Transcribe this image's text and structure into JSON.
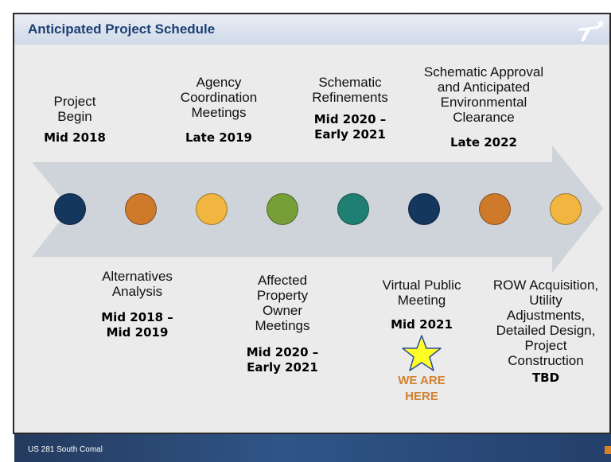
{
  "header": {
    "title": "Anticipated Project Schedule"
  },
  "milestones_top": [
    {
      "label": "Project\nBegin",
      "date": "Mid 2018"
    },
    {
      "label": "Agency\nCoordination\nMeetings",
      "date": "Late 2019"
    },
    {
      "label": "Schematic\nRefinements",
      "date": "Mid 2020 –\nEarly 2021"
    },
    {
      "label": "Schematic Approval\nand Anticipated\nEnvironmental\nClearance",
      "date": "Late 2022"
    }
  ],
  "milestones_bottom": [
    {
      "label": "Alternatives\nAnalysis",
      "date": "Mid 2018 –\nMid 2019"
    },
    {
      "label": "Affected\nProperty\nOwner\nMeetings",
      "date": "Mid 2020 –\nEarly 2021"
    },
    {
      "label": "Virtual Public\nMeeting",
      "date": "Mid 2021"
    },
    {
      "label": "ROW Acquisition,\nUtility\nAdjustments,\nDetailed Design,\nProject\nConstruction",
      "date": "TBD"
    }
  ],
  "timeline_dots": [
    {
      "color": "#14375e"
    },
    {
      "color": "#cf7a2a"
    },
    {
      "color": "#f2b640"
    },
    {
      "color": "#76a037"
    },
    {
      "color": "#1f7f73"
    },
    {
      "color": "#14375e"
    },
    {
      "color": "#cf7a2a"
    },
    {
      "color": "#f2b640"
    }
  ],
  "status": {
    "text": "WE ARE\nHERE",
    "icon": "star-icon",
    "color": "#d2812f"
  },
  "footer": {
    "text": "US 281 South Comal"
  },
  "colors": {
    "header_text": "#1c3f74",
    "arrow": "#cfd4da",
    "star_fill": "#ffff26",
    "star_stroke": "#2d4a9a"
  }
}
